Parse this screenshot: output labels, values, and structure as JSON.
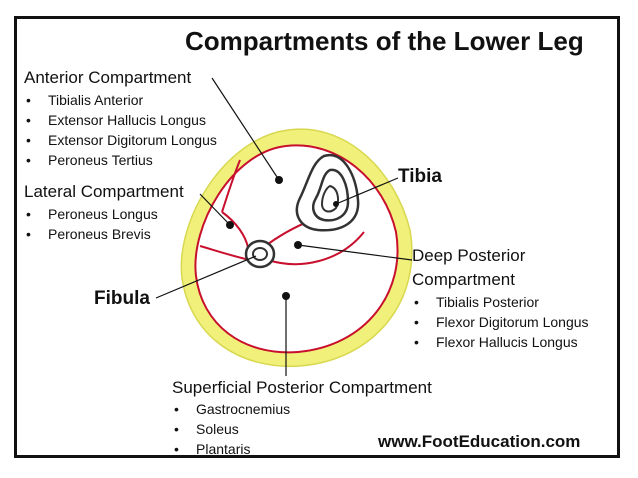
{
  "title": "Compartments of the Lower Leg",
  "anterior": {
    "heading": "Anterior Compartment",
    "items": [
      "Tibialis Anterior",
      "Extensor Hallucis Longus",
      "Extensor Digitorum Longus",
      "Peroneus Tertius"
    ]
  },
  "lateral": {
    "heading": "Lateral Compartment",
    "items": [
      "Peroneus Longus",
      "Peroneus Brevis"
    ]
  },
  "deep_posterior": {
    "heading_line1": "Deep Posterior",
    "heading_line2": "Compartment",
    "items": [
      "Tibialis Posterior",
      "Flexor Digitorum Longus",
      "Flexor Hallucis Longus"
    ]
  },
  "superficial_posterior": {
    "heading": "Superficial Posterior Compartment",
    "items": [
      "Gastrocnemius",
      "Soleus",
      "Plantaris"
    ]
  },
  "labels": {
    "tibia": "Tibia",
    "fibula": "Fibula"
  },
  "website": "www.FootEducation.com",
  "colors": {
    "skin": "#f0f07a",
    "fascia": "#c8102e",
    "bone": "#333333",
    "line": "#111111"
  }
}
